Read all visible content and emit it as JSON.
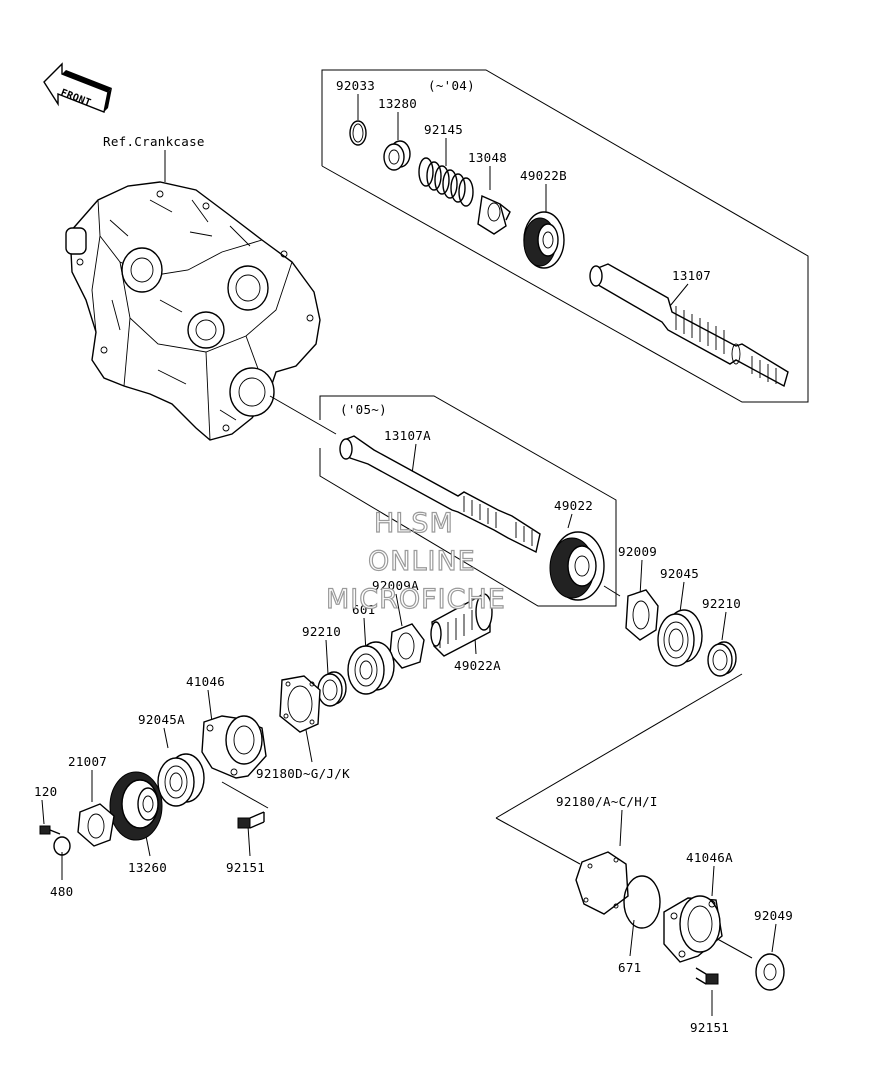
{
  "front_arrow": {
    "text": "FRONT"
  },
  "ref_label": "Ref.Crankcase",
  "groups": {
    "upper_note": "(~'04)",
    "middle_note": "('05~)"
  },
  "parts": {
    "p92033": "92033",
    "p13280": "13280",
    "p92145": "92145",
    "p13048": "13048",
    "p49022B": "49022B",
    "p13107": "13107",
    "p13107A": "13107A",
    "p49022": "49022",
    "p92009": "92009",
    "p92045": "92045",
    "p92210_right": "92210",
    "p92009A": "92009A",
    "p601": "601",
    "p49022A": "49022A",
    "p92210_left": "92210",
    "p41046": "41046",
    "p92045A": "92045A",
    "p92180DGJK": "92180D~G/J/K",
    "p21007": "21007",
    "p120": "120",
    "p480": "480",
    "p13260": "13260",
    "p92151_left": "92151",
    "p92180ACHI": "92180/A~C/H/I",
    "p41046A": "41046A",
    "p92049": "92049",
    "p671": "671",
    "p92151_right": "92151"
  },
  "watermark": [
    "HLSM",
    "ONLINE",
    "MICROFICHE"
  ]
}
